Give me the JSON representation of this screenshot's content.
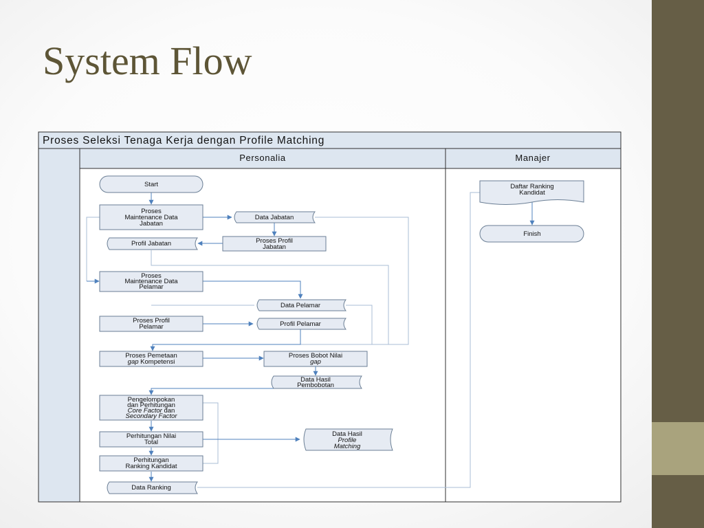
{
  "slide": {
    "title": "System Flow",
    "colors": {
      "accent_bar": "#665e46",
      "accent_block": "#a9a37d",
      "title": "#5d5536"
    }
  },
  "diagram": {
    "title": "Proses Seleksi Tenaga Kerja dengan Profile Matching",
    "lanes": {
      "personalia": "Personalia",
      "manajer": "Manajer"
    },
    "nodes": {
      "start": "Start",
      "maint_jabatan": [
        "Proses",
        "Maintenance Data",
        "Jabatan"
      ],
      "data_jabatan": "Data Jabatan",
      "proses_profil_jabatan": [
        "Proses Profil",
        "Jabatan"
      ],
      "profil_jabatan": "Profil Jabatan",
      "maint_pelamar": [
        "Proses",
        "Maintenance Data",
        "Pelamar"
      ],
      "data_pelamar": "Data Pelamar",
      "proses_profil_pelamar": [
        "Proses Profil",
        "Pelamar"
      ],
      "profil_pelamar": "Profil Pelamar",
      "pemetaan_gap": {
        "line1": "Proses Pemetaan",
        "line2_italic": "gap",
        "line2_rest": " Kompetensi"
      },
      "bobot_nilai": {
        "line1": "Proses Bobot Nilai",
        "line2_italic": "gap"
      },
      "data_hasil_pembobotan": [
        "Data Hasil",
        "Pembobotan"
      ],
      "pengelompokan": {
        "line1": "Pengelompokan",
        "line2": "dan Perhitungan",
        "line3_italic": "Core Factor",
        "line3_rest": " dan",
        "line4_italic": "Secondary Factor"
      },
      "data_hasil_profile": {
        "line1": "Data Hasil",
        "line2_italic": "Profile",
        "line3_italic": "Matching"
      },
      "nilai_total": [
        "Perhitungan Nilai",
        "Total"
      ],
      "ranking_kandidat": [
        "Perhitungan",
        "Ranking Kandidat"
      ],
      "data_ranking": "Data Ranking",
      "daftar_ranking": [
        "Daftar Ranking",
        "Kandidat"
      ],
      "finish": "Finish"
    },
    "colors": {
      "node_fill": "#e6ebf3",
      "node_stroke": "#6a7e94",
      "header_fill": "#dde6f0",
      "arrow": "#4f81bd",
      "connector": "#a9bcd4"
    }
  }
}
